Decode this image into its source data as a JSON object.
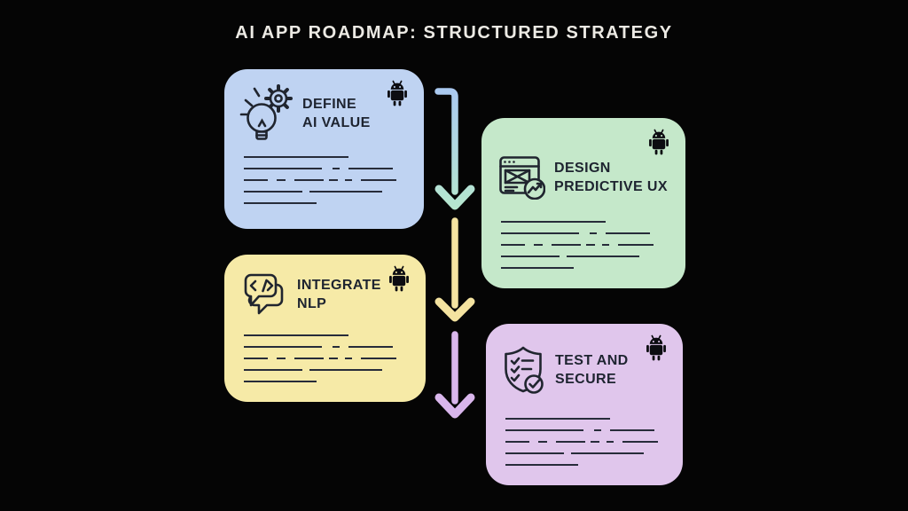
{
  "page": {
    "title": "AI APP ROADMAP: STRUCTURED STRATEGY",
    "title_color": "#eceae4",
    "background_color": "#050505"
  },
  "steps": [
    {
      "order": 1,
      "title_line1": "DEFINE",
      "title_line2": "AI VALUE",
      "card_color": "#bfd3f2",
      "icon": "lightbulb-gear-icon",
      "badge_icon": "android-icon"
    },
    {
      "order": 2,
      "title_line1": "DESIGN",
      "title_line2": "PREDICTIVE UX",
      "card_color": "#c5e8ca",
      "icon": "browser-trend-chart-icon",
      "badge_icon": "android-icon"
    },
    {
      "order": 3,
      "title_line1": "INTEGRATE",
      "title_line2": "NLP",
      "card_color": "#f6eaa7",
      "icon": "chat-code-icon",
      "badge_icon": "android-icon"
    },
    {
      "order": 4,
      "title_line1": "TEST AND",
      "title_line2": "SECURE",
      "card_color": "#e0c6ec",
      "icon": "shield-checklist-icon",
      "badge_icon": "android-icon"
    }
  ],
  "arrows": [
    {
      "from_step": 1,
      "to_step": 2,
      "color_start": "#aac8f2",
      "color_end": "#b6e8ce"
    },
    {
      "from_step": 2,
      "to_step": 3,
      "color": "#f4e3a0"
    },
    {
      "from_step": 3,
      "to_step": 4,
      "color": "#d9b6ec"
    }
  ],
  "icon_colors": {
    "line_art_stroke": "#20252f",
    "android_fill": "#0c0c11",
    "placeholder_lines": "#272c3a"
  }
}
